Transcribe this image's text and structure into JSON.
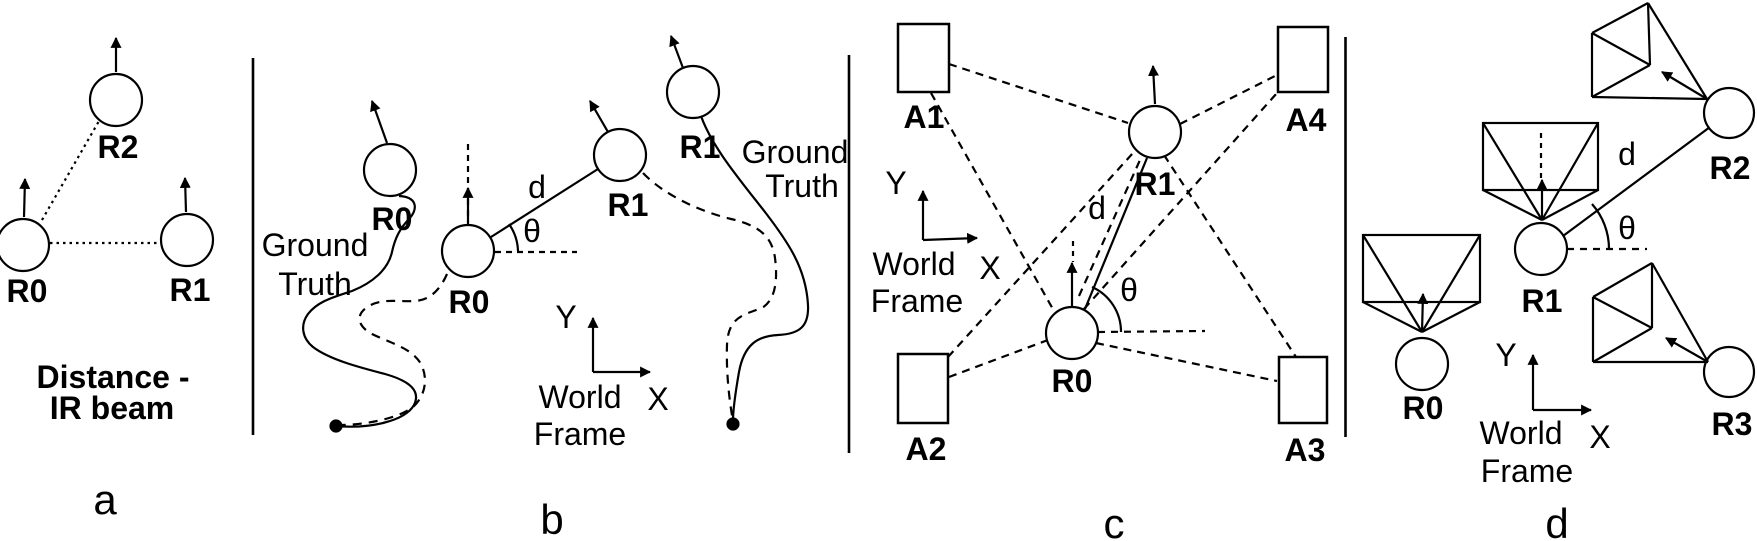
{
  "colors": {
    "ink": "#000000",
    "background": "#ffffff"
  },
  "panels": {
    "a": {
      "letter": "a",
      "r0": "R0",
      "r1": "R1",
      "r2": "R2",
      "caption_line1": "Distance -",
      "caption_line2": "IR beam"
    },
    "b": {
      "letter": "b",
      "ground_truth_left_line1": "Ground",
      "ground_truth_left_line2": "Truth",
      "ground_truth_right_line1": "Ground",
      "ground_truth_right_line2": "Truth",
      "r0_ground_truth": "R0",
      "r0_estimate": "R0",
      "r1_estimate": "R1",
      "r1_ground_truth": "R1",
      "distance": "d",
      "angle": "θ",
      "world_line1": "World",
      "world_line2": "Frame",
      "axis_x": "X",
      "axis_y": "Y"
    },
    "c": {
      "letter": "c",
      "a1": "A1",
      "a2": "A2",
      "a3": "A3",
      "a4": "A4",
      "r0": "R0",
      "r1": "R1",
      "distance": "d",
      "angle": "θ",
      "world_line1": "World",
      "world_line2": "Frame",
      "axis_x": "X",
      "axis_y": "Y"
    },
    "d": {
      "letter": "d",
      "r0": "R0",
      "r1": "R1",
      "r2": "R2",
      "r3": "R3",
      "distance": "d",
      "angle": "θ",
      "world_line1": "World",
      "world_line2": "Frame",
      "axis_x": "X",
      "axis_y": "Y"
    }
  }
}
